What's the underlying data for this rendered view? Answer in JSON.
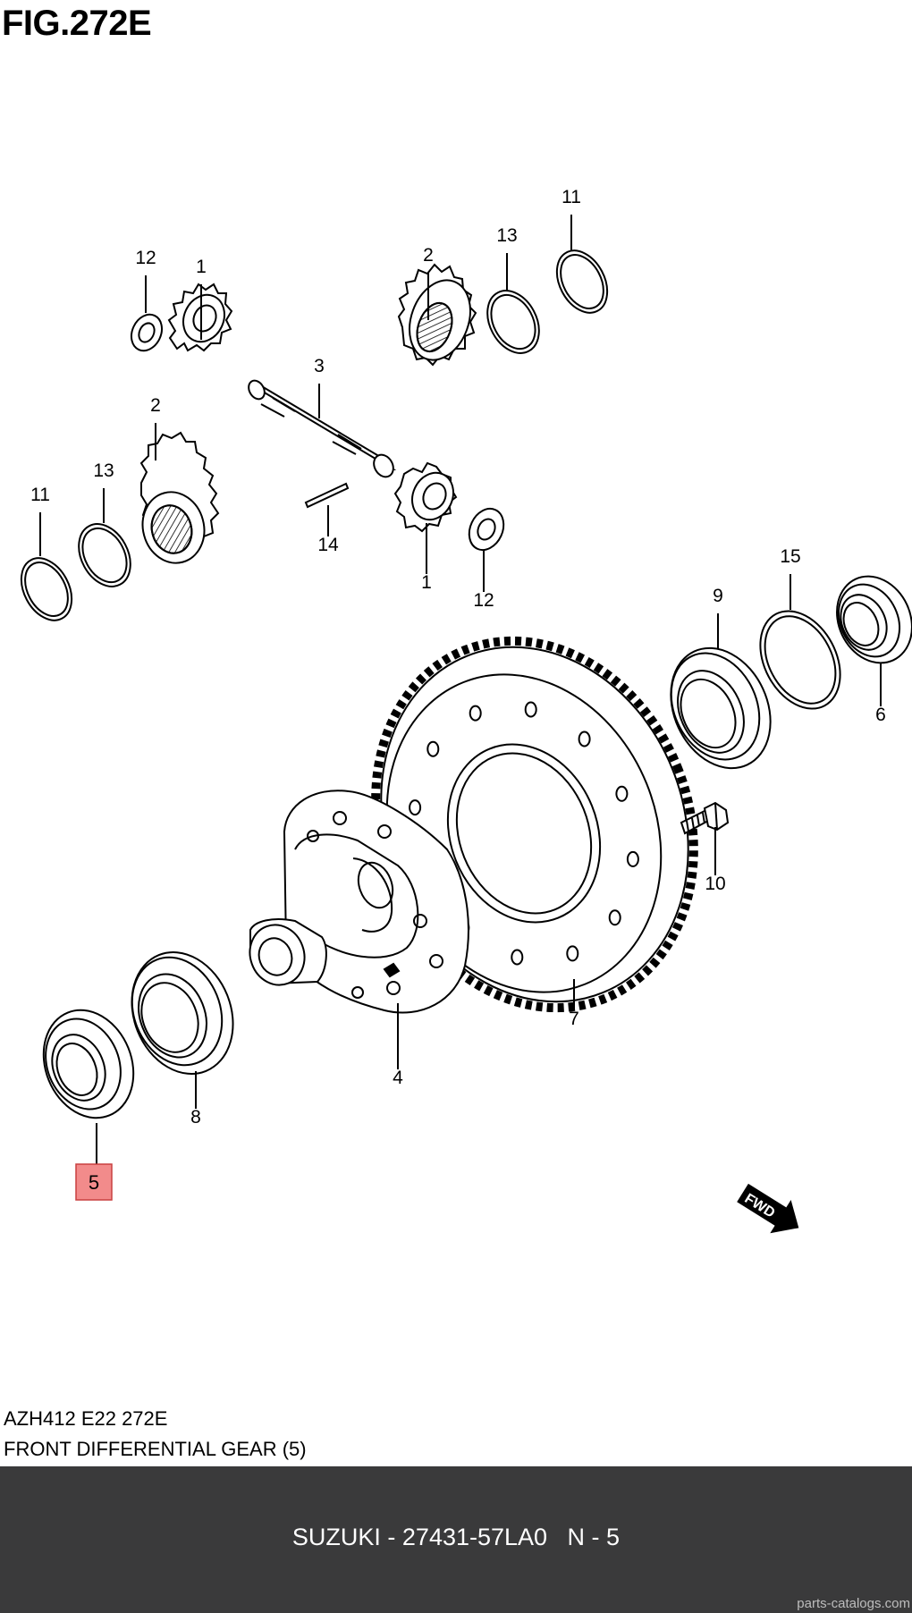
{
  "figure_title": "FIG.272E",
  "callouts": [
    {
      "label": "12",
      "highlight": false
    },
    {
      "label": "1",
      "highlight": false
    },
    {
      "label": "2",
      "highlight": false
    },
    {
      "label": "13",
      "highlight": false
    },
    {
      "label": "11",
      "highlight": false
    },
    {
      "label": "3",
      "highlight": false
    },
    {
      "label": "2",
      "highlight": false
    },
    {
      "label": "13",
      "highlight": false
    },
    {
      "label": "11",
      "highlight": false
    },
    {
      "label": "14",
      "highlight": false
    },
    {
      "label": "1",
      "highlight": false
    },
    {
      "label": "12",
      "highlight": false
    },
    {
      "label": "9",
      "highlight": false
    },
    {
      "label": "15",
      "highlight": false
    },
    {
      "label": "6",
      "highlight": false
    },
    {
      "label": "10",
      "highlight": false
    },
    {
      "label": "7",
      "highlight": false
    },
    {
      "label": "4",
      "highlight": false
    },
    {
      "label": "8",
      "highlight": false
    },
    {
      "label": "5",
      "highlight": true
    }
  ],
  "fwd_arrow": {
    "text": "FWD"
  },
  "meta": {
    "code": "AZH412 E22 272E",
    "description": "FRONT DIFFERENTIAL GEAR (5)"
  },
  "footer": {
    "text": "SUZUKI - 27431-57LA0   N - 5"
  },
  "watermark": "parts-catalogs.com",
  "colors": {
    "highlight_fill": "#f28b8b",
    "highlight_border": "#c94040",
    "footer_bg": "#3a3a3b",
    "line": "#000000"
  }
}
